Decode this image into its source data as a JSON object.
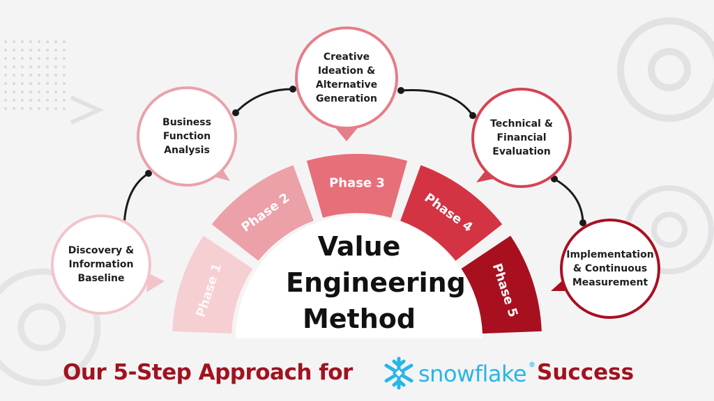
{
  "title": {
    "lines": [
      "Value",
      "Engineering",
      "Method"
    ]
  },
  "phases": [
    {
      "label": "Phase 1",
      "color": "#f6cfd3"
    },
    {
      "label": "Phase 2",
      "color": "#eca0a8"
    },
    {
      "label": "Phase 3",
      "color": "#e76f7a"
    },
    {
      "label": "Phase 4",
      "color": "#d43343"
    },
    {
      "label": "Phase 5",
      "color": "#a81020"
    }
  ],
  "steps": [
    {
      "lines": [
        "Discovery &",
        "Information",
        "Baseline"
      ]
    },
    {
      "lines": [
        "Business",
        "Function",
        "Analysis"
      ]
    },
    {
      "lines": [
        "Creative",
        "Ideation &",
        "Alternative",
        "Generation"
      ]
    },
    {
      "lines": [
        "Technical &",
        "Financial",
        "Evaluation"
      ]
    },
    {
      "lines": [
        "Implementation",
        "& Continuous",
        "Measurement"
      ]
    }
  ],
  "footer": {
    "prefix": "Our 5-Step Approach for",
    "brand": "snowflake",
    "brand_mark": "®",
    "suffix": "Success",
    "text_color": "#a0131f",
    "brand_color": "#29b5e8"
  }
}
